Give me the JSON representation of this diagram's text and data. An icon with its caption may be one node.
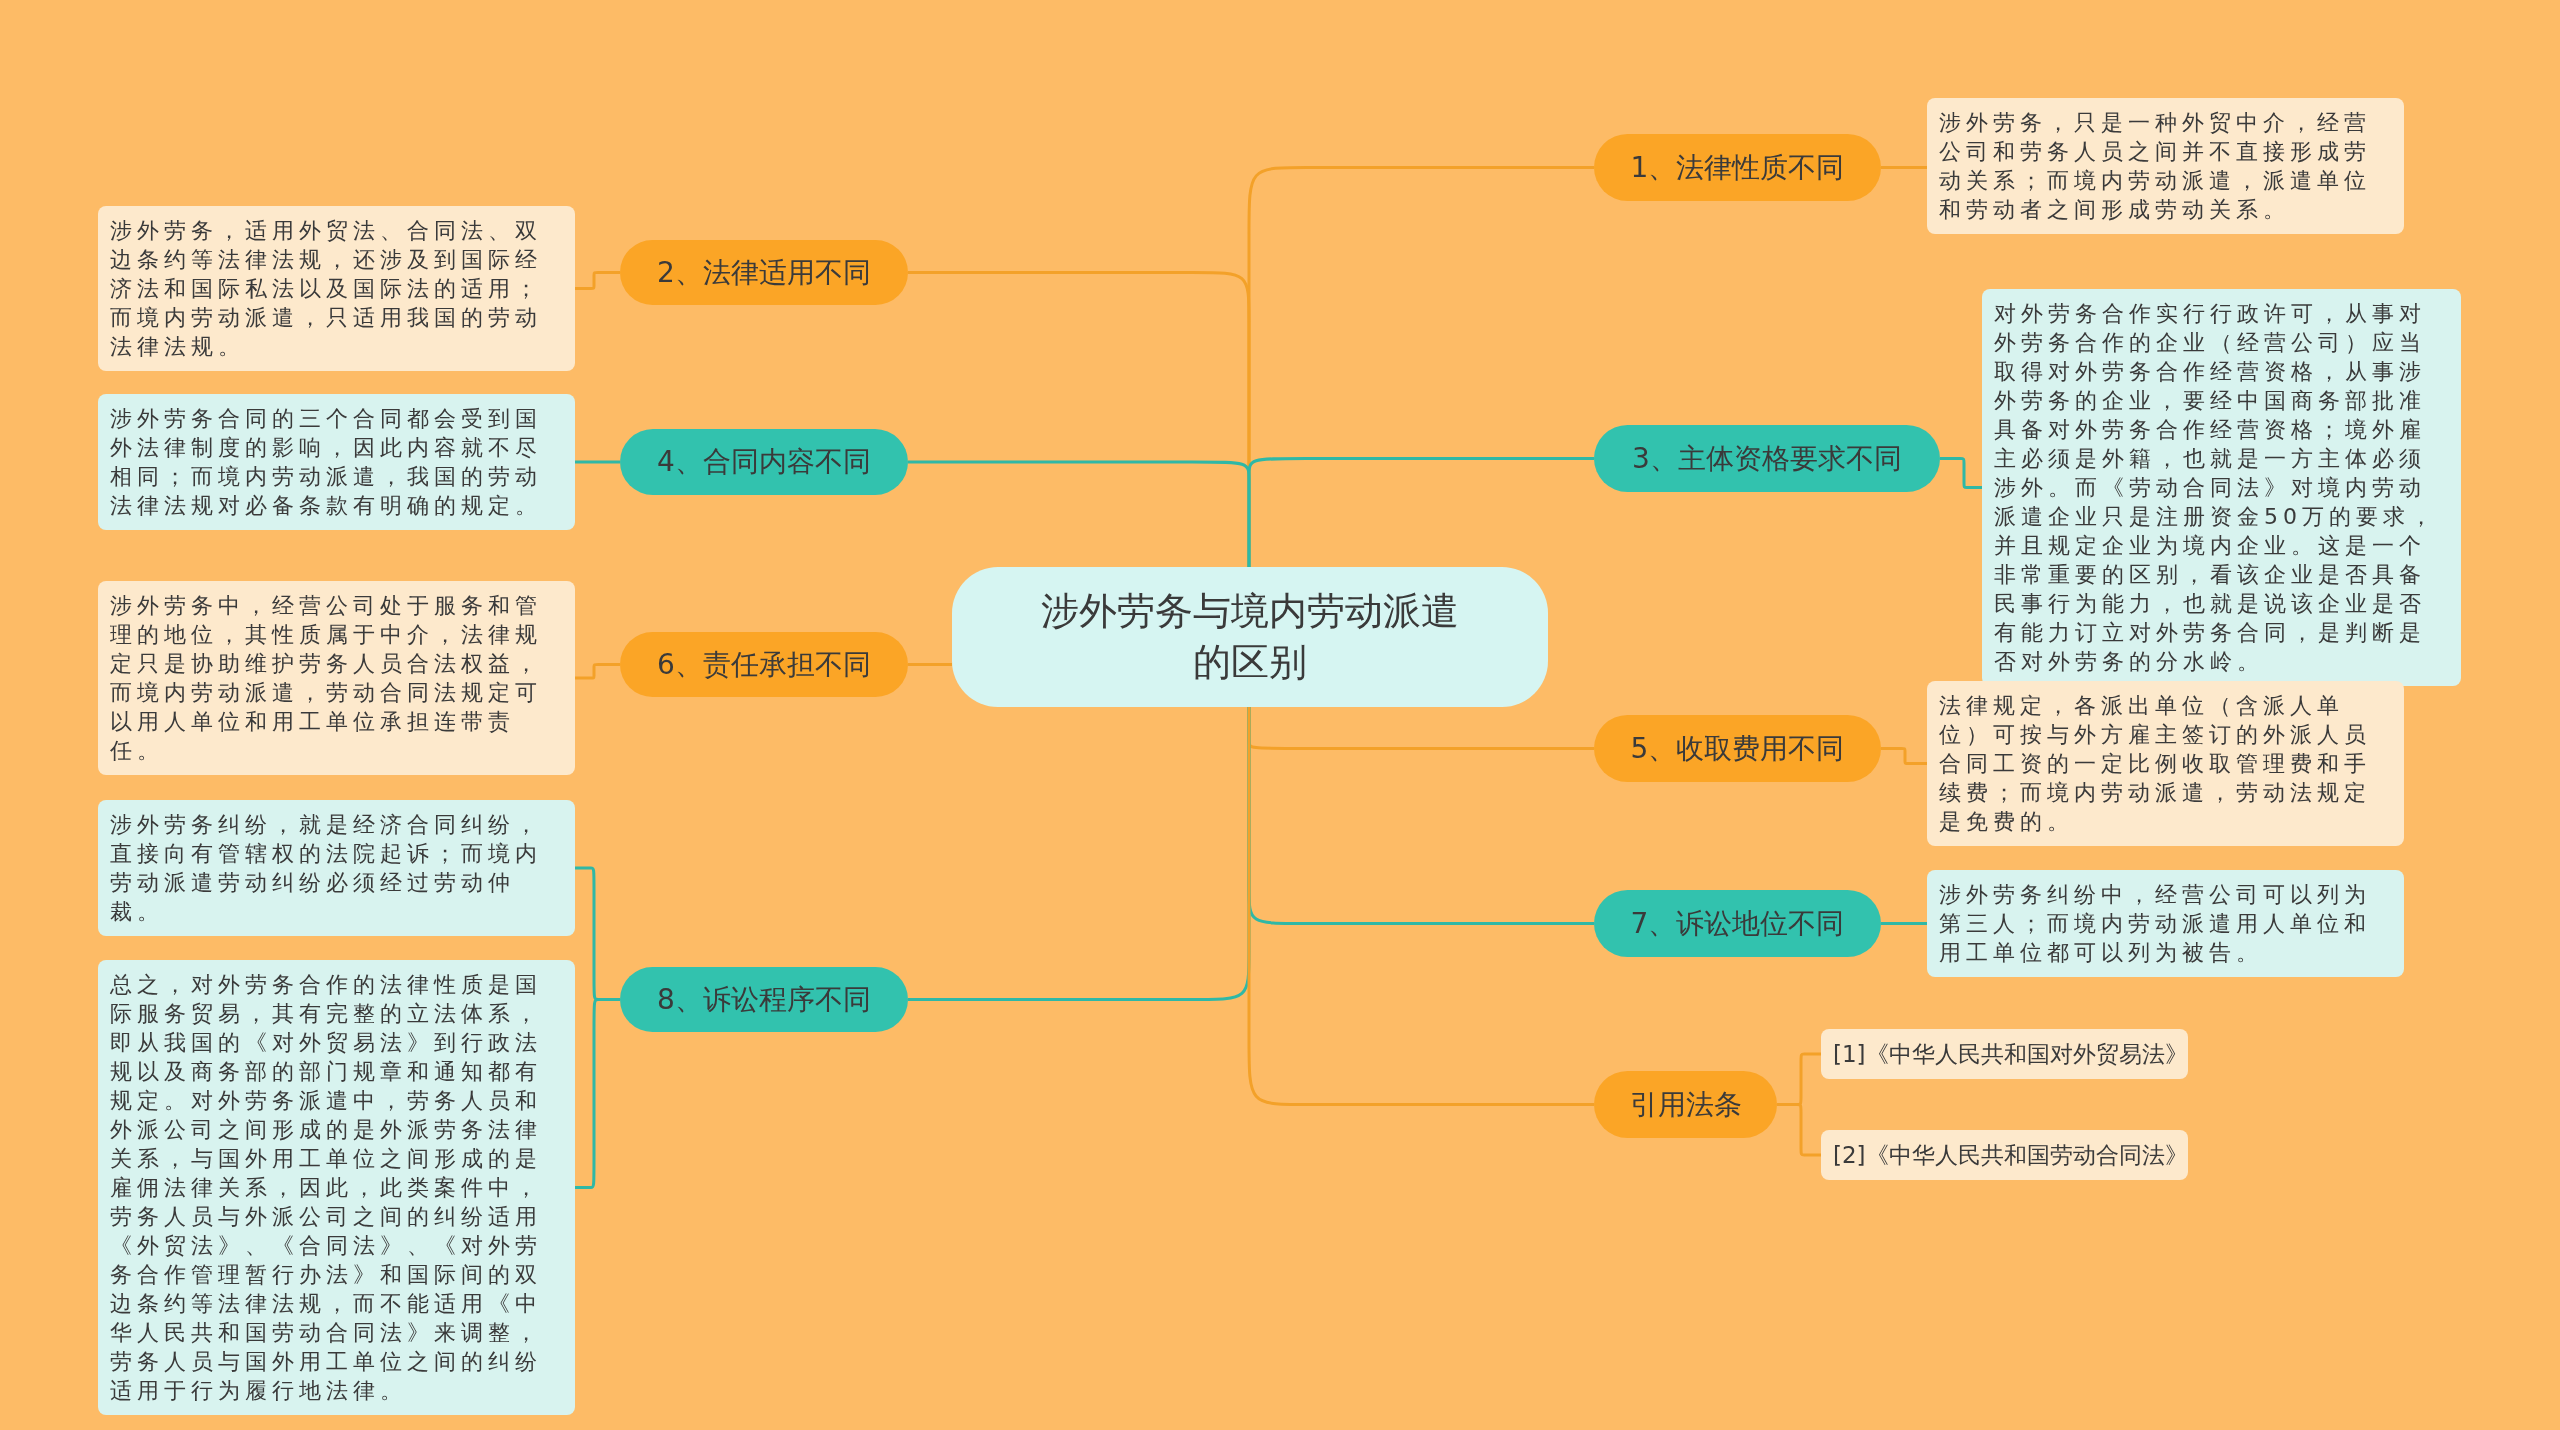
{
  "diagram": {
    "nodes": [
      {
        "text": [
          "涉外劳务与境内劳动派遣的区别"
        ]
      },
      {
        "text": [
          "1、法律性质不同"
        ]
      },
      {
        "text": [
          "涉外劳务，只是一种外贸中介，经营公司和劳务人员之间并不直接形成劳动关系；而境内劳动派遣，派遣单位和劳动者之间形成劳动关系。"
        ]
      },
      {
        "text": [
          "2、法律适用不同"
        ]
      },
      {
        "text": [
          "涉外劳务，适用外贸法、合同法、双边条约等法律法规，还涉及到国际经济法和国际私法以及国际法的适用；而境内劳动派遣，只适用我国的劳动法律法规。"
        ]
      },
      {
        "text": [
          "3、主体资格要求不同"
        ]
      },
      {
        "text": [
          "对外劳务合作实行行政许可，从事对外劳务合作的企业（经营公司）应当取得对外劳务合作经营资格，从事涉外劳务的企业，要经中国商务部批准具备对外劳务合作经营资格；境外雇主必须是外籍，也就是一方主体必须涉外。而《劳动合同法》对境内劳动派遣企业只是注册资金50万的要求，并且规定企业为境内企业。这是一个非常重要的区别，看该企业是否具备民事行为能力，也就是说该企业是否有能力订立对外劳务合同，是判断是否对外劳务的分水岭。"
        ]
      },
      {
        "text": [
          "4、合同内容不同"
        ]
      },
      {
        "text": [
          "涉外劳务合同的三个合同都会受到国外法律制度的影响，因此内容就不尽相同；而境内劳动派遣，我国的劳动法律法规对必备条款有明确的规定。"
        ]
      },
      {
        "text": [
          "5、收取费用不同"
        ]
      },
      {
        "text": [
          "法律规定，各派出单位（含派人单位）可按与外方雇主签订的外派人员合同工资的一定比例收取管理费和手续费；而境内劳动派遣，劳动法规定是免费的。"
        ]
      },
      {
        "text": [
          "6、责任承担不同"
        ]
      },
      {
        "text": [
          "涉外劳务中，经营公司处于服务和管理的地位，其性质属于中介，法律规定只是协助维护劳务人员合法权益，而境内劳动派遣，劳动合同法规定可以用人单位和用工单位承担连带责任。"
        ]
      },
      {
        "text": [
          "7、诉讼地位不同"
        ]
      },
      {
        "text": [
          "涉外劳务纠纷中，经营公司可以列为第三人；而境内劳动派遣用人单位和用工单位都可以列为被告。"
        ]
      },
      {
        "text": [
          "8、诉讼程序不同"
        ]
      },
      {
        "text": [
          "涉外劳务纠纷，就是经济合同纠纷，直接向有管辖权的法院起诉；而境内劳动派遣劳动纠纷必须经过劳动仲裁。"
        ]
      },
      {
        "text": [
          "总之，对外劳务合作的法律性质是国际服务贸易，其有完整的立法体系，即从我国的《对外贸易法》到行政法规以及商务部的部门规章和通知都有规定。对外劳务派遣中，劳务人员和外派公司之间形成的是外派劳务法律关系，与国外用工单位之间形成的是雇佣法律关系，因此，此类案件中，劳务人员与外派公司之间的纠纷适用《外贸法》、《合同法》、《对外劳务合作管理暂行办法》和国际间的双边条约等法律法规，而不能适用《中华人民共和国劳动合同法》来调整，劳务人员与国外用工单位之间的纠纷适用于行为履行地法律。"
        ]
      },
      {
        "text": [
          "引用法条"
        ]
      },
      {
        "text": [
          "[1]《中华人民共和国对外贸易法》"
        ]
      },
      {
        "text": [
          "[2]《中华人民共和国劳动合同法》"
        ]
      }
    ],
    "edges": [
      {
        "from": 0,
        "to": 1,
        "arrow": "none"
      },
      {
        "from": 1,
        "to": 2,
        "arrow": "none"
      },
      {
        "from": 0,
        "to": 3,
        "arrow": "none"
      },
      {
        "from": 3,
        "to": 4,
        "arrow": "none"
      },
      {
        "from": 0,
        "to": 5,
        "arrow": "none",
        "color": "#2fb8a6"
      },
      {
        "from": 5,
        "to": 6,
        "arrow": "none",
        "color": "#2fb8a6"
      },
      {
        "from": 0,
        "to": 7,
        "arrow": "none",
        "color": "#2fb8a6"
      },
      {
        "from": 7,
        "to": 8,
        "arrow": "none",
        "color": "#2fb8a6"
      },
      {
        "from": 0,
        "to": 9,
        "arrow": "none"
      },
      {
        "from": 9,
        "to": 10,
        "arrow": "none"
      },
      {
        "from": 0,
        "to": 11,
        "arrow": "none"
      },
      {
        "from": 11,
        "to": 12,
        "arrow": "none"
      },
      {
        "from": 0,
        "to": 13,
        "arrow": "none",
        "color": "#2fb8a6"
      },
      {
        "from": 13,
        "to": 14,
        "arrow": "none",
        "color": "#2fb8a6"
      },
      {
        "from": 0,
        "to": 15,
        "arrow": "none",
        "color": "#2fb8a6"
      },
      {
        "from": 15,
        "to": 16,
        "arrow": "none",
        "color": "#2fb8a6"
      },
      {
        "from": 15,
        "to": 17,
        "arrow": "none",
        "color": "#2fb8a6"
      },
      {
        "from": 0,
        "to": 18,
        "arrow": "none"
      },
      {
        "from": 18,
        "to": 19,
        "arrow": "none"
      },
      {
        "from": 18,
        "to": 20,
        "arrow": "none"
      }
    ]
  }
}
